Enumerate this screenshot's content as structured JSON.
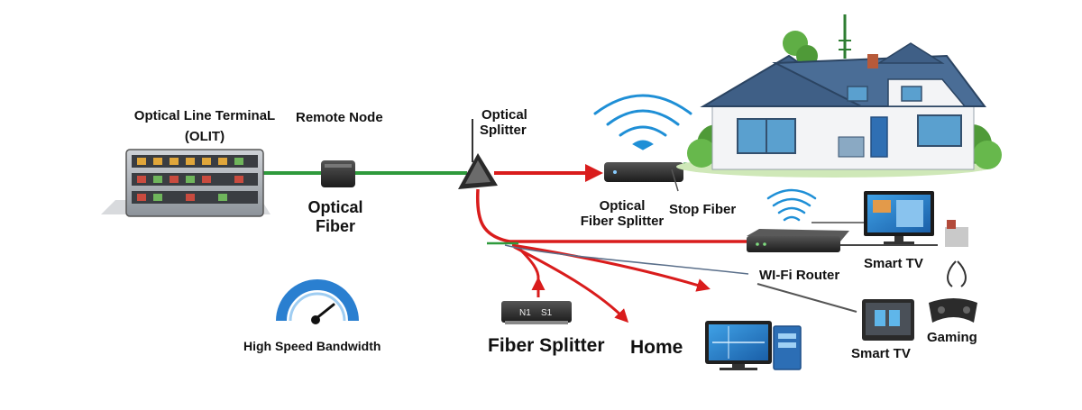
{
  "labels": {
    "olt_title_line1": "Optical Line TerminaL",
    "olt_title_line2": "(OLIT)",
    "remote_node": "Remote Node",
    "optical_fiber_line1": "Optical",
    "optical_fiber_line2": "Fiber",
    "optical_splitter_line1": "Optical",
    "optical_splitter_line2": "Splitter",
    "optical_fiber_splitter_line1": "Optical",
    "optical_fiber_splitter_line2": "Fiber Splitter",
    "stop_fiber": "Stop Fiber",
    "wifi_router": "WI-Fi Router",
    "smart_tv_top": "Smart TV",
    "smart_tv_bottom": "Smart TV",
    "gaming": "Gaming",
    "fiber_splitter": "Fiber Splitter",
    "home": "Home",
    "high_speed_bandwidth": "High Speed Bandwidth"
  },
  "device_texts": {
    "fiber_splitter_box_left": "N1",
    "fiber_splitter_box_right": "S1"
  },
  "colors": {
    "fiber_green": "#2e9a3c",
    "fiber_red": "#d91c1c",
    "wifi_blue": "#1f8fd6",
    "gauge_blue": "#2a7fd0",
    "roof": "#3f5f86",
    "wall": "#f3f4f6"
  },
  "icons": [
    "olt-rack-icon",
    "remote-node-box-icon",
    "optical-splitter-icon",
    "fiber-splitter-box-icon",
    "house-icon",
    "wifi-router-icon",
    "wifi-signal-icon",
    "smart-tv-icon",
    "game-controller-icon",
    "desktop-computer-icon",
    "speed-gauge-icon"
  ]
}
